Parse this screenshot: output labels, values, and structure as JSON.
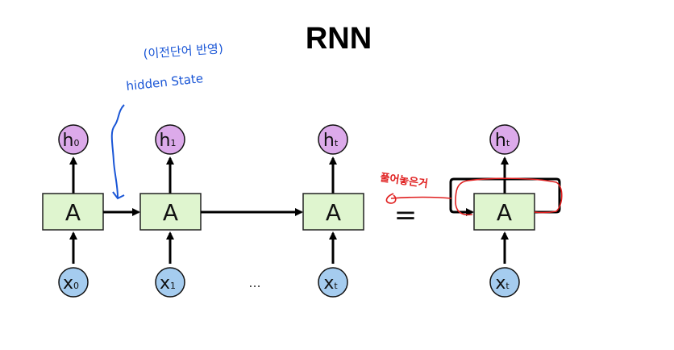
{
  "title": "RNN",
  "colors": {
    "cell_fill": "#dff5cf",
    "cell_stroke": "#222222",
    "hidden_fill": "#dcaaea",
    "input_fill": "#a5ccef",
    "arrow": "#000000",
    "annotation_blue": "#1a56d6",
    "annotation_red": "#e02020"
  },
  "unrolled": [
    {
      "cell_label": "A",
      "output_main": "h",
      "output_sub": "0",
      "input_main": "x",
      "input_sub": "0"
    },
    {
      "cell_label": "A",
      "output_main": "h",
      "output_sub": "1",
      "input_main": "x",
      "input_sub": "1"
    },
    {
      "cell_label": "A",
      "output_main": "h",
      "output_sub": "t",
      "input_main": "x",
      "input_sub": "t"
    }
  ],
  "ellipsis": "...",
  "equals": "=",
  "rolled": {
    "cell_label": "A",
    "output_main": "h",
    "output_sub": "t",
    "input_main": "x",
    "input_sub": "t"
  },
  "annotations": {
    "blue_line1": "(이전단어 반영)",
    "blue_line2": "hidden State",
    "red_label": "풀어놓은거"
  }
}
